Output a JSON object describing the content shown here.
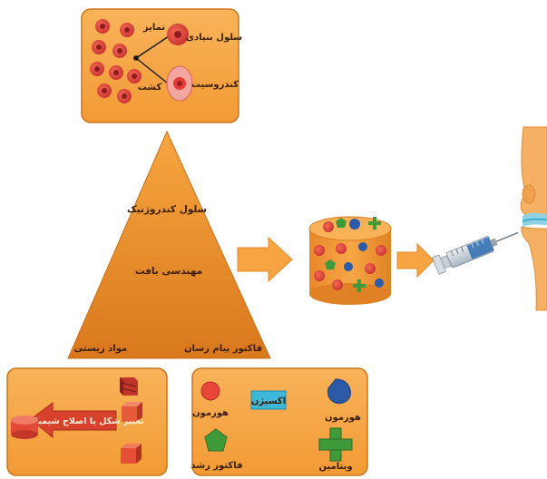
{
  "colors": {
    "panel_fill": "#f7a442",
    "panel_stroke": "#c9761e",
    "triangle_top": "#f39a33",
    "triangle_bottom": "#d9761c",
    "arrow": "#f7a442",
    "cell_red": "#e8453a",
    "cell_dark": "#b9232a",
    "cell_pink": "#f4a6a0",
    "blue_shape": "#2c5aa8",
    "green_shape": "#3f9a3a",
    "cyan_label": "#3fb7d8",
    "bone": "#f6b063"
  },
  "top_box": {
    "differentiation": "تمایز",
    "culture": "کشت",
    "stem_cell": "سلول بنیادی",
    "chondrocyte": "کندروسیت"
  },
  "triangle": {
    "top_label": "سلول کندروژنیک",
    "middle_label": "مهندسی بافت",
    "bottom_left_label": "مواد زیستی",
    "bottom_right_label": "فاکتور پیام رسان"
  },
  "bottom_left_box": {
    "arrow_label": "تغییر شکل یا اصلاح شیمیایی"
  },
  "bottom_right_box": {
    "hormone_left": "هورمون",
    "oxygen": "اکسیژن",
    "hormone_right": "هورمون",
    "growth_factor": "فاکتور رشد",
    "vitamin": "ویتامین"
  }
}
